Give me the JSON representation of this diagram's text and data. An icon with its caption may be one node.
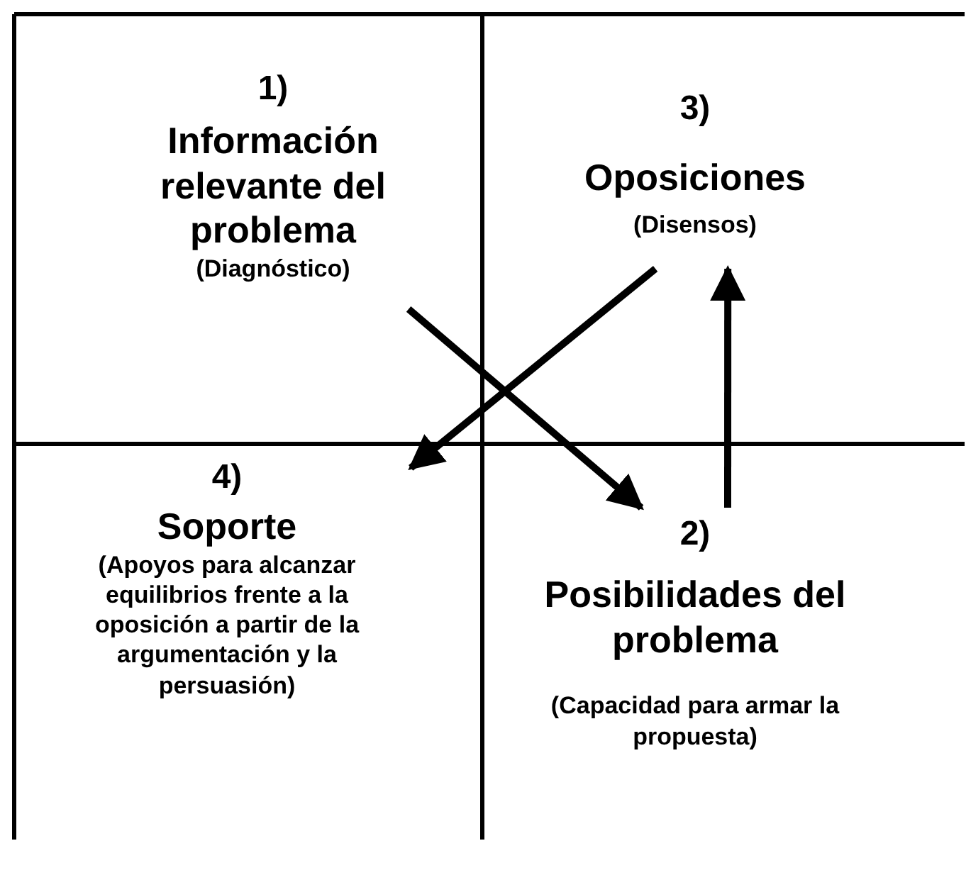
{
  "diagram": {
    "nodes": [
      {
        "text": [
          "1)",
          "Información relevante del problema",
          "(Diagnóstico)"
        ]
      },
      {
        "text": [
          "3)",
          "Oposiciones",
          "(Disensos)"
        ]
      },
      {
        "text": [
          "4)",
          "Soporte",
          "(Apoyos para alcanzar equilibrios frente a la oposición a partir de la argumentación y la persuasión)"
        ]
      },
      {
        "text": [
          "2)",
          "Posibilidades del problema",
          "(Capacidad para armar la propuesta)"
        ]
      }
    ],
    "edges": [
      {
        "from": 0,
        "to": 3,
        "arrow": "to"
      },
      {
        "from": 3,
        "to": 1,
        "arrow": "to"
      },
      {
        "from": 1,
        "to": 2,
        "arrow": "to"
      }
    ]
  }
}
